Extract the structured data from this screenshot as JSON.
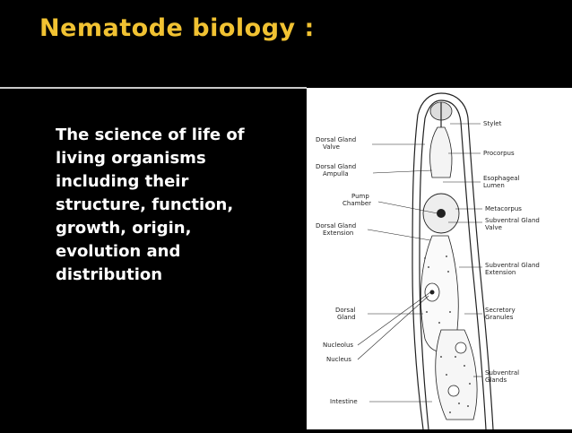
{
  "slide": {
    "title": "Nematode biology :",
    "body_lines": [
      "The science of life of",
      "living organisms",
      "including their",
      "structure, function,",
      "growth, origin,",
      "evolution and",
      "distribution"
    ]
  },
  "diagram": {
    "left_labels": {
      "dorsal_gland_valve": [
        "Dorsal Gland",
        "Valve"
      ],
      "dorsal_gland_ampulla": [
        "Dorsal Gland",
        "Ampulla"
      ],
      "pump_chamber": [
        "Pump",
        "Chamber"
      ],
      "dorsal_gland_extension": [
        "Dorsal Gland",
        "Extension"
      ],
      "dorsal_gland": [
        "Dorsal",
        "Gland"
      ],
      "nucleolus": "Nucleolus",
      "nucleus": "Nucleus",
      "intestine": "Intestine"
    },
    "right_labels": {
      "stylet": "Stylet",
      "procorpus": "Procorpus",
      "esophageal_lumen": [
        "Esophageal",
        "Lumen"
      ],
      "metacorpus": "Metacorpus",
      "subventral_gland_valve": [
        "Subventral Gland",
        "Valve"
      ],
      "subventral_gland_extension": [
        "Subventral Gland",
        "Extension"
      ],
      "secretory_granules": [
        "Secretory",
        "Granules"
      ],
      "subventral_glands": [
        "Subventral",
        "Glands"
      ]
    }
  },
  "colors": {
    "background": "#000000",
    "title": "#f1c232",
    "body_text": "#ffffff",
    "diagram_bg": "#ffffff"
  }
}
